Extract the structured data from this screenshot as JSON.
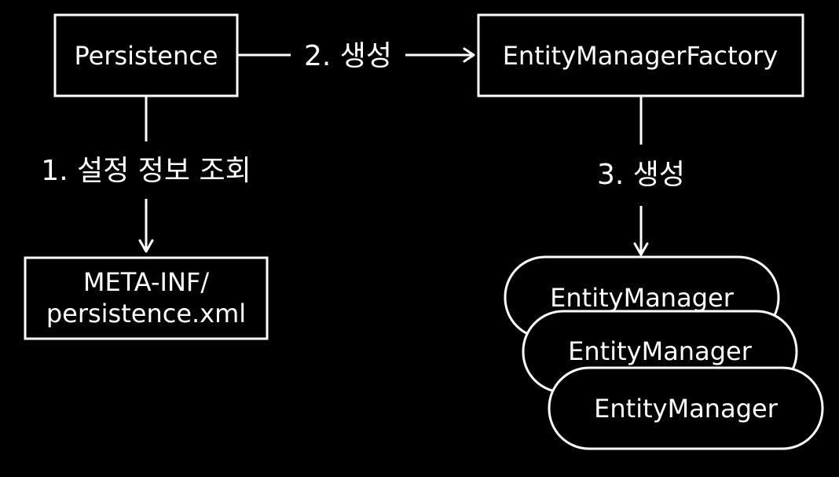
{
  "nodes": {
    "persistence": "Persistence",
    "factory": "EntityManagerFactory",
    "config_line1": "META-INF/",
    "config_line2": "persistence.xml",
    "entity_manager_1": "EntityManager",
    "entity_manager_2": "EntityManager",
    "entity_manager_3": "EntityManager"
  },
  "edges": {
    "step1": "1. 설정 정보 조회",
    "step2": "2. 생성",
    "step3": "3. 생성"
  },
  "colors": {
    "background": "#000000",
    "foreground": "#ffffff"
  }
}
